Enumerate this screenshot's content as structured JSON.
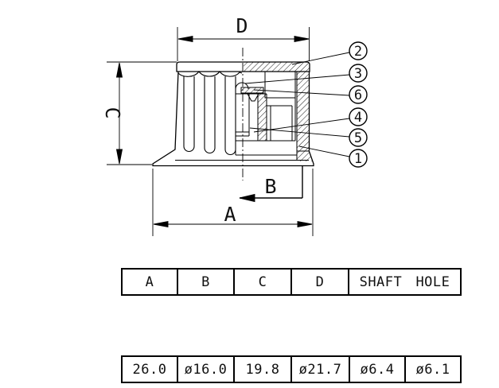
{
  "drawing": {
    "dimension_labels": {
      "top": "D",
      "left": "C",
      "mid": "B",
      "bottom": "A"
    },
    "callouts": [
      "2",
      "3",
      "6",
      "4",
      "5",
      "1"
    ]
  },
  "spec_table": {
    "headers": [
      "A",
      "B",
      "C",
      "D"
    ],
    "shaft_label": "SHAFT",
    "hole_label": "HOLE",
    "values": [
      "26.0",
      "ø16.0",
      "19.8",
      "ø21.7",
      "ø6.4",
      "ø6.1"
    ]
  }
}
